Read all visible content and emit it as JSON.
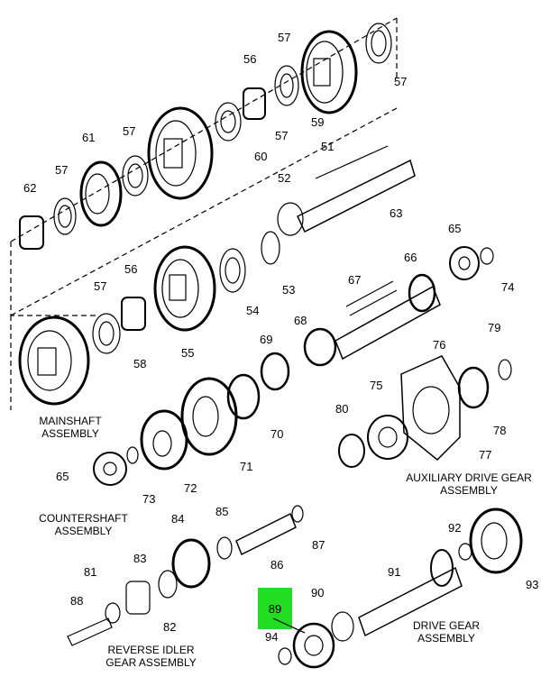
{
  "diagram": {
    "titles": {
      "mainshaft": "MAINSHAFT\nASSEMBLY",
      "countershaft": "COUNTERSHAFT\nASSEMBLY",
      "aux_drive": "AUXILIARY DRIVE GEAR\nASSEMBLY",
      "reverse_idler": "REVERSE IDLER\nGEAR ASSEMBLY",
      "drive_gear": "DRIVE GEAR\nASSEMBLY"
    },
    "highlighted_callout": "89",
    "highlight_color": "#22dd22",
    "callouts": [
      "57",
      "56",
      "57",
      "59",
      "57",
      "61",
      "57",
      "60",
      "62",
      "57",
      "51",
      "52",
      "63",
      "65",
      "66",
      "74",
      "56",
      "57",
      "53",
      "67",
      "54",
      "55",
      "58",
      "68",
      "69",
      "79",
      "76",
      "75",
      "70",
      "80",
      "78",
      "77",
      "71",
      "65",
      "73",
      "72",
      "85",
      "84",
      "87",
      "83",
      "81",
      "86",
      "92",
      "91",
      "88",
      "82",
      "90",
      "93",
      "94"
    ]
  }
}
